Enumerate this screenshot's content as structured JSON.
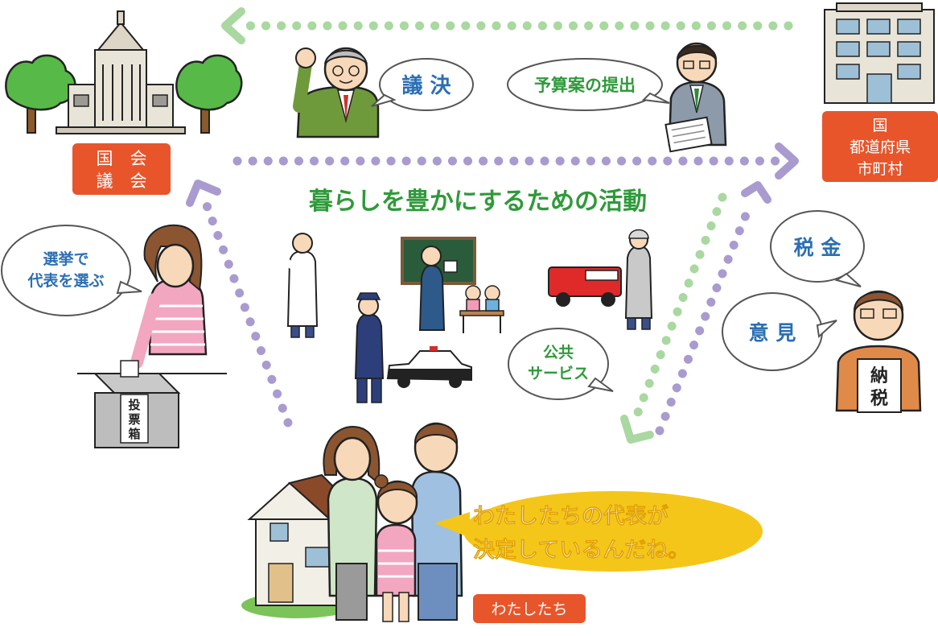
{
  "labels": {
    "diet": [
      "国　会",
      "議　会"
    ],
    "government": [
      "国",
      "都道府県",
      "市町村"
    ],
    "we": "わたしたち",
    "center_title": "暮らしを豊かにするための活動"
  },
  "bubbles": {
    "resolution": "議 決",
    "budget": "予算案の提出",
    "election": [
      "選挙で",
      "代表を選ぶ"
    ],
    "tax": "税 金",
    "opinion": "意 見",
    "public_service": [
      "公共",
      "サービス"
    ]
  },
  "ballot_box": [
    "投",
    "票",
    "箱"
  ],
  "tax_sign": [
    "納",
    "税"
  ],
  "speech": [
    "わたしたちの代表が",
    "決定しているんだね。"
  ],
  "colors": {
    "orange_label": "#e8552b",
    "green_text": "#2f9a3a",
    "purple_dots": "#a99bd0",
    "green_dots": "#a9d8a0",
    "yellow_speech": "#f5c61a",
    "bubble_text": "#2b6fb3"
  }
}
